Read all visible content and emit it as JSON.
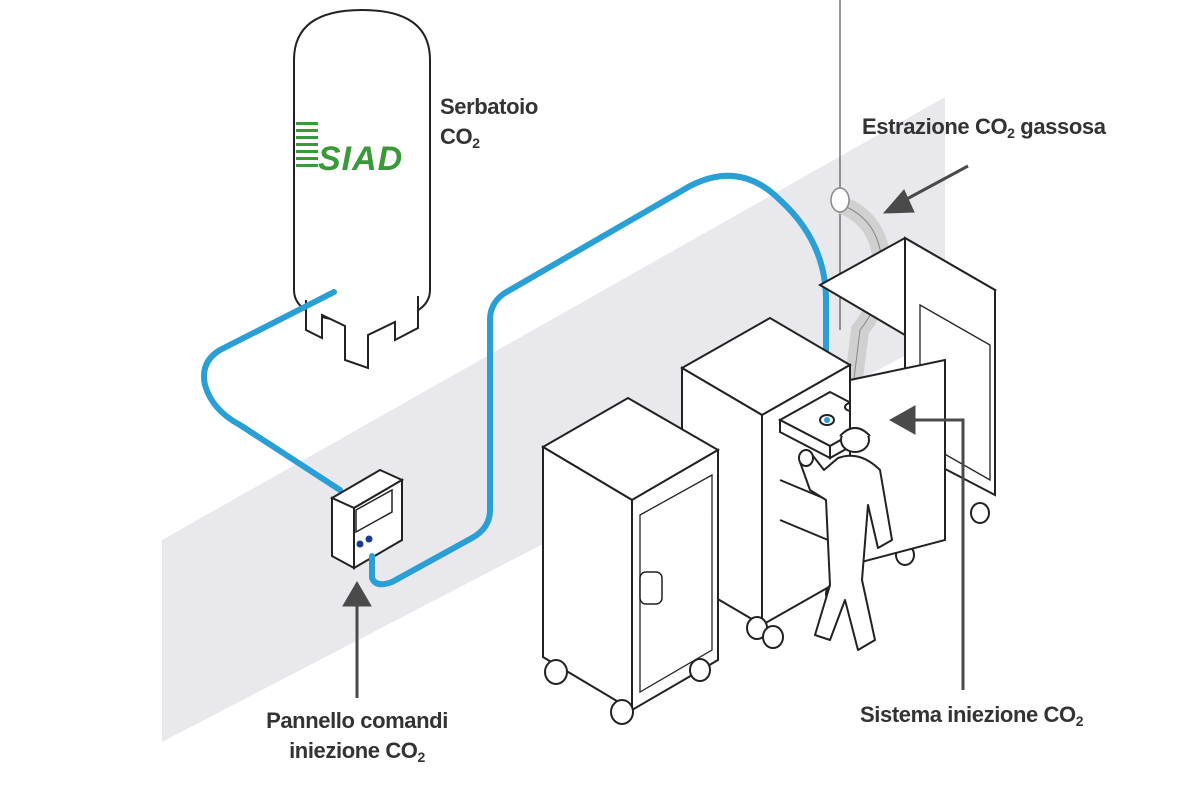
{
  "labels": {
    "tank_line1": "Serbatoio",
    "tank_line2_main": "CO",
    "tank_line2_sub": "2",
    "extraction_main": "Estrazione CO",
    "extraction_sub": "2",
    "extraction_tail": " gassosa",
    "panel_line1": "Pannello comandi",
    "panel_line2_main": "iniezione CO",
    "panel_line2_sub": "2",
    "injection_main": "Sistema iniezione CO",
    "injection_sub": "2"
  },
  "logo": {
    "text": "SIAD",
    "color": "#3a9a3a"
  },
  "colors": {
    "pipe": "#2a9fd6",
    "outline": "#222222",
    "arrow": "#4a4a4a",
    "wall": "#e8e8ec",
    "hose": "#c8c8c8"
  }
}
